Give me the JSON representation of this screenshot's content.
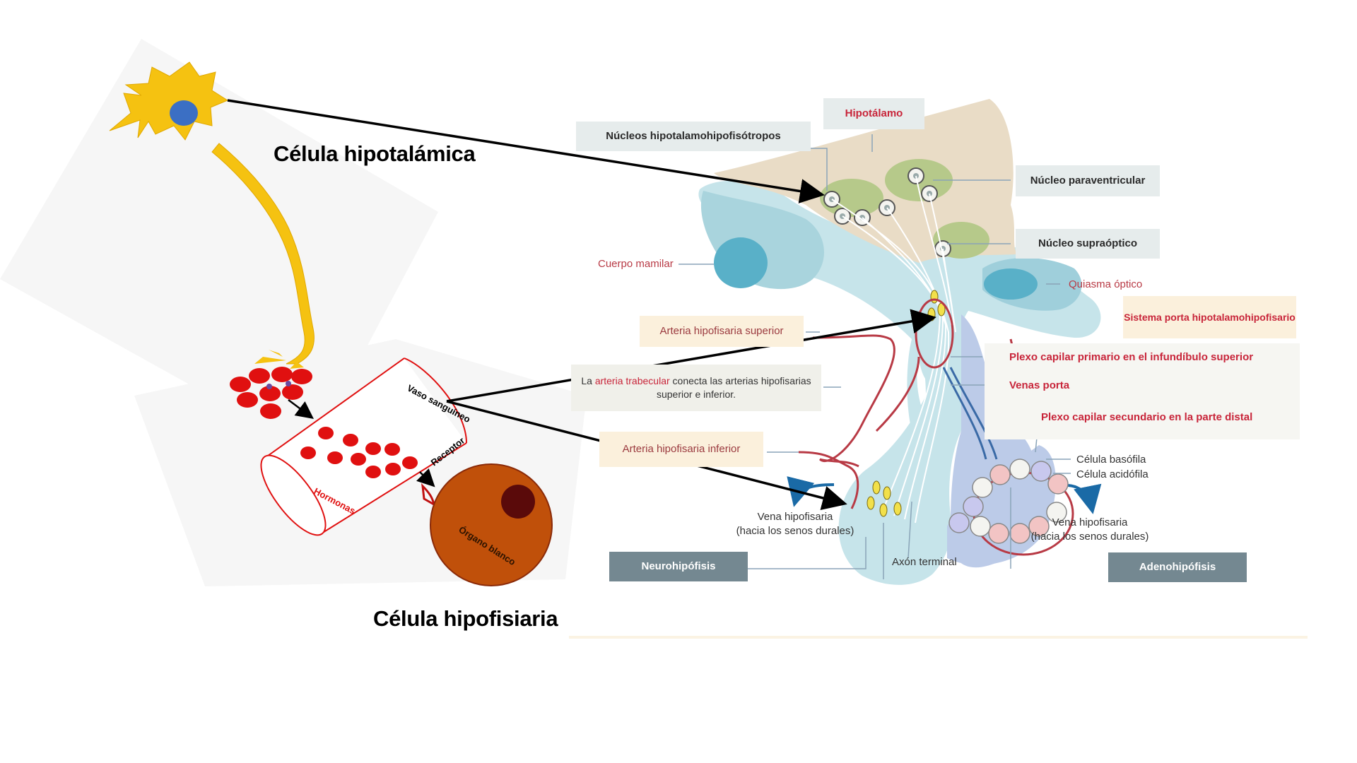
{
  "left": {
    "hypothalamic_cell_label": "Célula hipotalámica",
    "pituitary_cell_label": "Célula hipofisiaria",
    "vessel_label": "Vaso sanguíneo",
    "hormones_label": "Hormonas",
    "receptor_label": "Receptor",
    "target_organ_label": "Órgano blanco"
  },
  "anatomy": {
    "hipotalamo": "Hipotálamo",
    "nucleos_hipofisotropos": "Núcleos hipotalamohipofisótropos",
    "nucleo_paraventricular": "Núcleo paraventricular",
    "nucleo_supraoptico": "Núcleo supraóptico",
    "cuerpo_mamilar": "Cuerpo mamilar",
    "quiasma_optico": "Quiasma óptico",
    "sistema_porta": "Sistema porta hipotalamohipofisario",
    "arteria_superior": "Arteria hipofisaria superior",
    "plexo_primario": "Plexo capilar primario en el infundíbulo superior",
    "venas_porta": "Venas porta",
    "trabecular_pre": "La",
    "trabecular_word": "arteria trabecular",
    "trabecular_post": "conecta las arterias hipofisarias superior e inferior.",
    "plexo_secundario": "Plexo capilar secundario en la parte distal",
    "arteria_inferior": "Arteria hipofisaria inferior",
    "celula_basofila": "Célula basófila",
    "celula_acidofila": "Célula acidófila",
    "vena_left_1": "Vena hipofisaria",
    "vena_left_2": "(hacia los senos durales)",
    "vena_right_1": "Vena hipofisaria",
    "vena_right_2": "(hacia los senos durales)",
    "axon_terminal": "Axón terminal",
    "neurohipofisis": "Neurohipófisis",
    "adenohipofisis": "Adenohipófisis"
  },
  "colors": {
    "neuron": "#f5c211",
    "nucleus": "#3b6fc4",
    "hormone": "#e01010",
    "vessel_outline": "#e01010",
    "target_organ": "#c0500a",
    "target_nucleus": "#5a0a0a",
    "hypothalamus_tan": "#e9dcc6",
    "light_blue": "#c6e4ea",
    "accent_red": "#c8253a"
  }
}
